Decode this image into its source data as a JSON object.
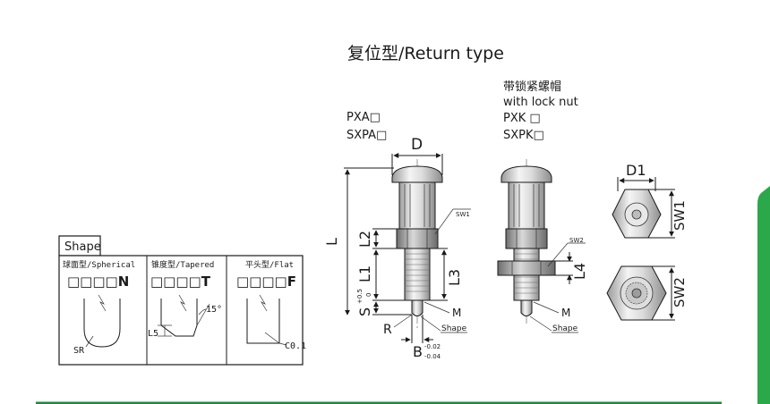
{
  "title": "复位型/Return type",
  "left_models": [
    "PXA□",
    "SXPA□"
  ],
  "right_heading_cn": "带锁紧螺帽",
  "right_heading_en": "with lock nut",
  "right_models": [
    "PXK □",
    "SXPK□"
  ],
  "dims": {
    "D": "D",
    "L": "L",
    "L1": "L1",
    "L2": "L2",
    "L3": "L3",
    "L4": "L4",
    "S": "S",
    "S_tol_upper": "+0.5",
    "S_tol_lower": "0",
    "R": "R",
    "B": "B",
    "B_tol_upper": "-0.02",
    "B_tol_lower": "-0.04",
    "M": "M",
    "SW1": "SW1",
    "SW2": "SW2",
    "sw1_small": "SW1",
    "sw2_small": "SW2",
    "D1": "D1",
    "shape": "Shape"
  },
  "shape_box": {
    "tab": "Shape",
    "columns": [
      {
        "name": "球面型/Spherical",
        "code": "□□□□N",
        "dims": [
          "SR"
        ]
      },
      {
        "name": "锥度型/Tapered",
        "code": "□□□□T",
        "dims": [
          "L5",
          "15°"
        ]
      },
      {
        "name": "平头型/Flat",
        "code": "□□□□F",
        "dims": [
          "C0.1"
        ]
      }
    ]
  },
  "colors": {
    "accent_green": "#1e8a3a",
    "side_green": "#2aa84a"
  }
}
